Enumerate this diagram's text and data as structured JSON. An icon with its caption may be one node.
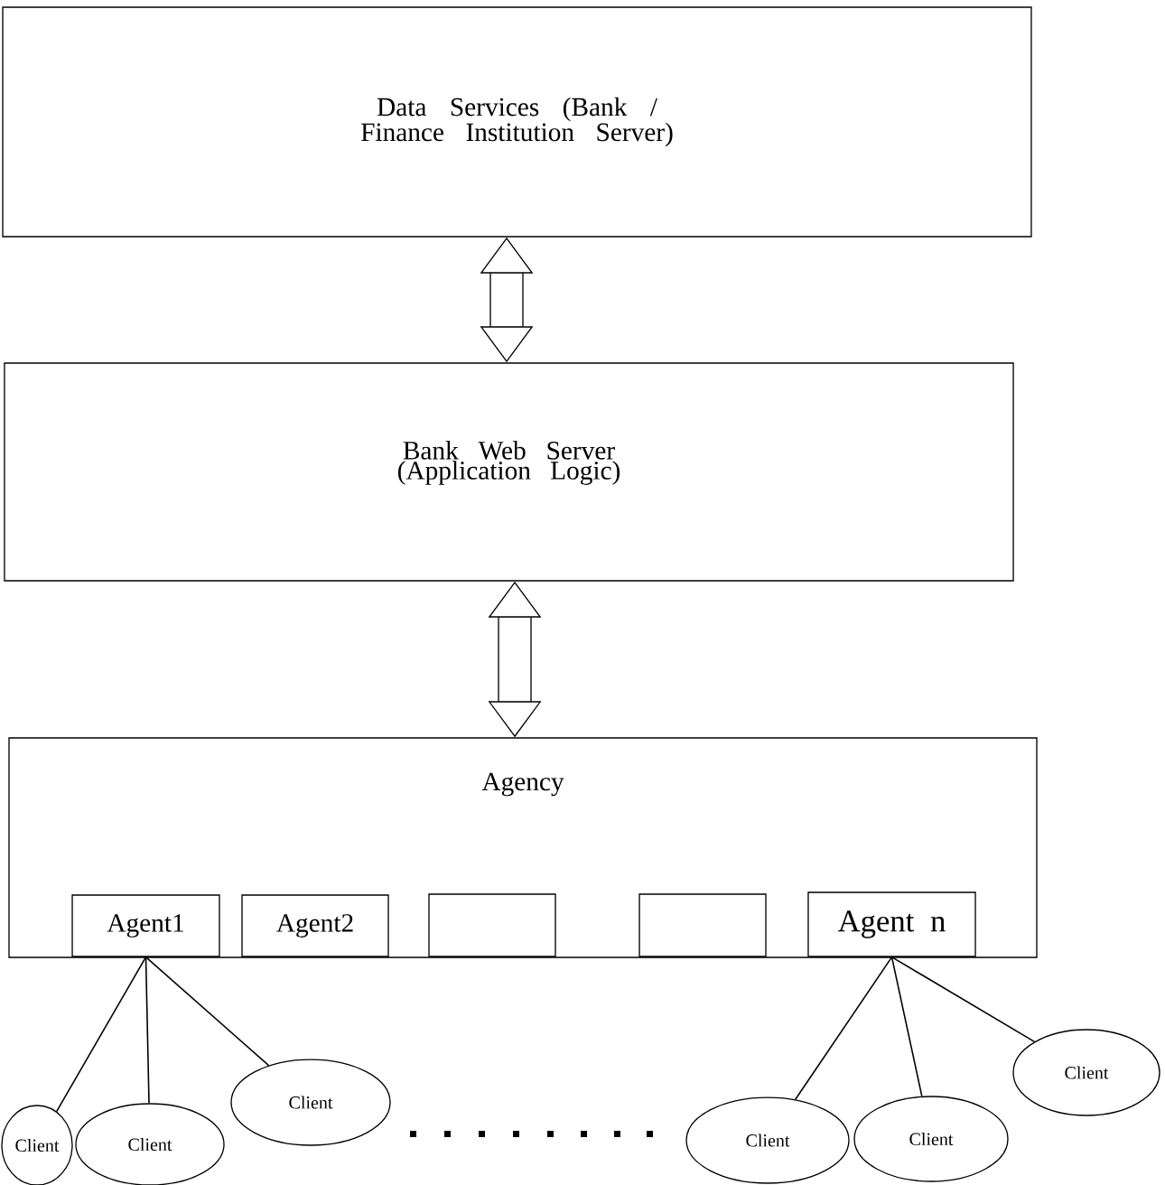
{
  "diagram": {
    "nodes": [
      {
        "text": [
          "Data Services (Bank / Finance Institution Server)"
        ]
      },
      {
        "text": [
          "Bank Web Server (Application Logic)"
        ]
      },
      {
        "text": [
          "Agency"
        ]
      },
      {
        "text": [
          "Agent1"
        ],
        "in": 2
      },
      {
        "text": [
          "Agent2"
        ],
        "in": 2
      },
      {
        "text": [],
        "shape": "box",
        "in": 2
      },
      {
        "text": [],
        "shape": "box",
        "in": 2
      },
      {
        "text": [
          "Agent n"
        ],
        "in": 2
      },
      {
        "text": [
          "Client"
        ]
      },
      {
        "text": [
          "Client"
        ]
      },
      {
        "text": [
          "Client"
        ]
      },
      {
        "text": [
          "Client"
        ]
      },
      {
        "text": [
          "Client"
        ]
      },
      {
        "text": [
          "Client"
        ]
      }
    ],
    "edges": [
      {
        "from": 0,
        "to": 1,
        "arrow": "both",
        "style": "thick"
      },
      {
        "from": 1,
        "to": 2,
        "arrow": "both",
        "style": "thick"
      },
      {
        "from": 3,
        "to": 8,
        "arrow": "none"
      },
      {
        "from": 3,
        "to": 9,
        "arrow": "none"
      },
      {
        "from": 3,
        "to": 10,
        "arrow": "none"
      },
      {
        "from": 7,
        "to": 11,
        "arrow": "none"
      },
      {
        "from": 7,
        "to": 12,
        "arrow": "none"
      },
      {
        "from": 7,
        "to": 13,
        "arrow": "none"
      }
    ]
  }
}
